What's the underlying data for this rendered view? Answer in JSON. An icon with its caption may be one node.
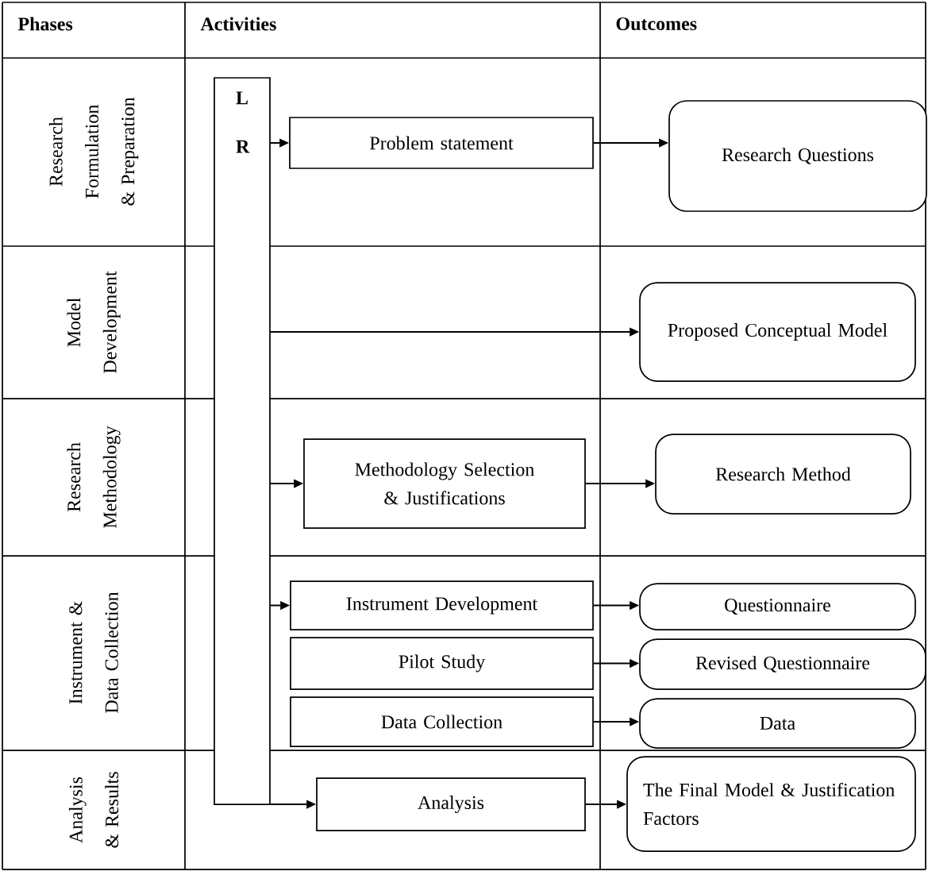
{
  "diagram": {
    "nodes": [
      {
        "text": [
          "L R"
        ]
      },
      {
        "text": [
          "Problem statement"
        ]
      },
      {
        "text": [
          "Research Questions"
        ]
      },
      {
        "text": [
          "Proposed Conceptual Model"
        ]
      },
      {
        "text": [
          "Methodology Selection & Justifications"
        ]
      },
      {
        "text": [
          "Research Method"
        ]
      },
      {
        "text": [
          "Instrument Development"
        ]
      },
      {
        "text": [
          "Questionnaire"
        ]
      },
      {
        "text": [
          "Pilot Study"
        ]
      },
      {
        "text": [
          "Revised Questionnaire"
        ]
      },
      {
        "text": [
          "Data Collection"
        ]
      },
      {
        "text": [
          "Data"
        ]
      },
      {
        "text": [
          "Analysis"
        ]
      },
      {
        "text": [
          "The Final Model & Justification Factors"
        ]
      }
    ],
    "edges": [
      {
        "from": 0,
        "to": 1,
        "arrow": "to"
      },
      {
        "from": 1,
        "to": 2,
        "arrow": "to"
      },
      {
        "from": 0,
        "to": 3,
        "arrow": "to"
      },
      {
        "from": 0,
        "to": 4,
        "arrow": "to"
      },
      {
        "from": 4,
        "to": 5,
        "arrow": "to"
      },
      {
        "from": 0,
        "to": 6,
        "arrow": "to"
      },
      {
        "from": 6,
        "to": 7,
        "arrow": "to"
      },
      {
        "from": 8,
        "to": 9,
        "arrow": "to"
      },
      {
        "from": 10,
        "to": 11,
        "arrow": "to"
      },
      {
        "from": 0,
        "to": 12,
        "arrow": "to"
      },
      {
        "from": 12,
        "to": 13,
        "arrow": "to"
      }
    ],
    "labels": [
      "Phases",
      "Activities",
      "Outcomes",
      "Research Formulation & Preparation",
      "Model Development",
      "Research Methodology",
      "Instrument & Data Collection",
      "Analysis & Results"
    ]
  }
}
